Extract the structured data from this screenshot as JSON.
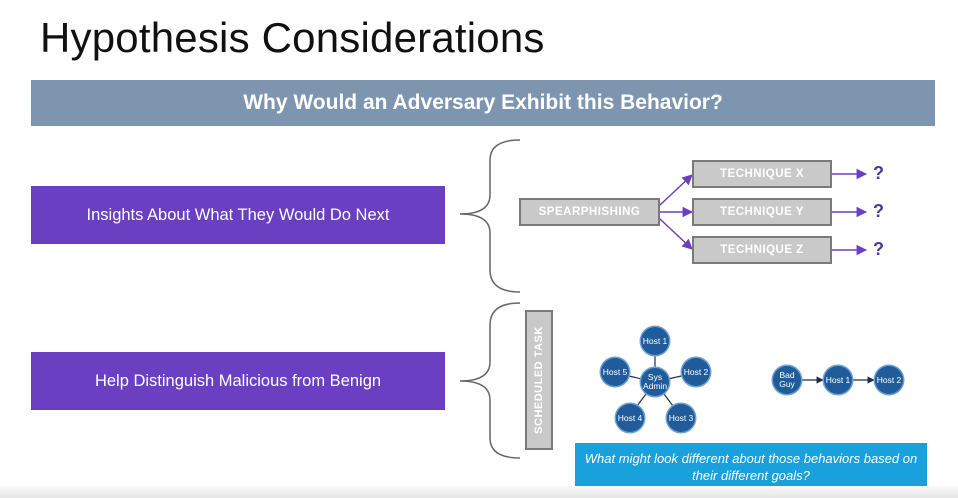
{
  "slide": {
    "title": "Hypothesis Considerations",
    "banner": "Why Would an Adversary Exhibit this Behavior?"
  },
  "left": {
    "box1": "Insights About What They Would Do Next",
    "box2": "Help Distinguish Malicious from Benign"
  },
  "techniques": {
    "root": "Spearphishing",
    "items": [
      "Technique X",
      "Technique Y",
      "Technique Z"
    ],
    "unknown": "?"
  },
  "scheduled_task": "Scheduled Task",
  "star": {
    "center": "Sys Admin",
    "hosts": [
      "Host 1",
      "Host 2",
      "Host 3",
      "Host 4",
      "Host 5"
    ]
  },
  "chain": {
    "nodes": [
      "Bad Guy",
      "Host 1",
      "Host 2"
    ]
  },
  "callout": "What might look different about those behaviors based on their different goals?",
  "colors": {
    "banner": "#7e95b0",
    "purple": "#6a3fc2",
    "node": "#1f5c99",
    "callout": "#19a1de",
    "arrow": "#6a3fc2"
  }
}
